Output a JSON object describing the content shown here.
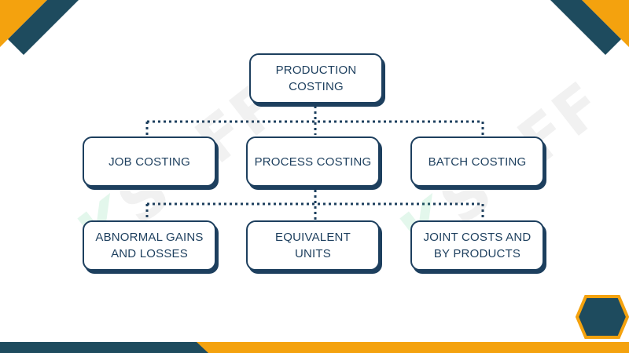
{
  "colors": {
    "navy": "#1d3f5e",
    "orange": "#f4a20e",
    "teal": "#1e4b5e",
    "watermark_green": "#3cc878",
    "watermark_gray": "#787878"
  },
  "diagram": {
    "root": {
      "label": "PRODUCTION\nCOSTING"
    },
    "level1": [
      {
        "label": "JOB COSTING"
      },
      {
        "label": "PROCESS COSTING"
      },
      {
        "label": "BATCH COSTING"
      }
    ],
    "level2": [
      {
        "label": "ABNORMAL GAINS\nAND LOSSES"
      },
      {
        "label": "EQUIVALENT\nUNITS"
      },
      {
        "label": "JOINT COSTS AND\nBY PRODUCTS"
      }
    ]
  },
  "watermark": {
    "text": "SOFF",
    "mark": "K"
  }
}
